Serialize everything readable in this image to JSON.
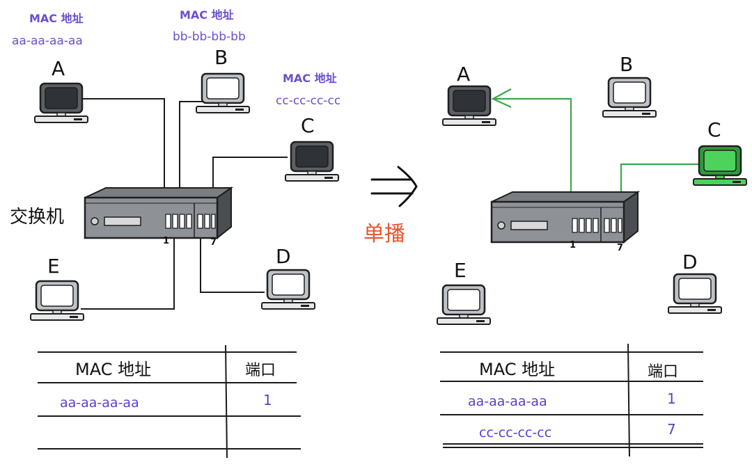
{
  "left": {
    "mac_labels": [
      {
        "title": "MAC 地址",
        "value": "aa-aa-aa-aa"
      },
      {
        "title": "MAC 地址",
        "value": "bb-bb-bb-bb"
      },
      {
        "title": "MAC 地址",
        "value": "cc-cc-cc-cc"
      }
    ],
    "nodes": {
      "a": "A",
      "b": "B",
      "c": "C",
      "d": "D",
      "e": "E"
    },
    "switch_label": "交换机",
    "port_labels": {
      "p1": "1",
      "p7": "7"
    },
    "table": {
      "headers": [
        "MAC 地址",
        "端口"
      ],
      "rows": [
        {
          "mac": "aa-aa-aa-aa",
          "port": "1"
        },
        {
          "mac": "",
          "port": ""
        }
      ]
    }
  },
  "middle": {
    "label": "单播",
    "arrow_color": "#111111",
    "label_color": "#e8552f"
  },
  "right": {
    "nodes": {
      "a": "A",
      "b": "B",
      "c": "C",
      "d": "D",
      "e": "E"
    },
    "port_labels": {
      "p1": "1",
      "p7": "7"
    },
    "highlight_color": "#3aa84a",
    "table": {
      "headers": [
        "MAC 地址",
        "端口"
      ],
      "rows": [
        {
          "mac": "aa-aa-aa-aa",
          "port": "1"
        },
        {
          "mac": "cc-cc-cc-cc",
          "port": "7"
        }
      ]
    }
  }
}
